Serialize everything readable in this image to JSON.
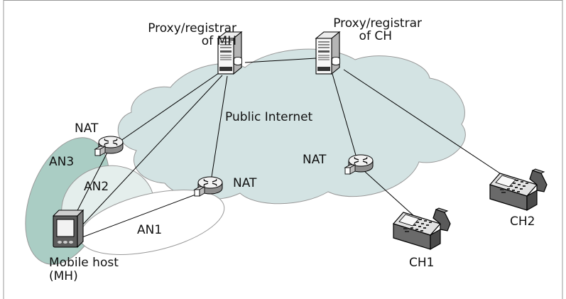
{
  "diagram": {
    "labels": {
      "proxy_mh_line1": "Proxy/registrar",
      "proxy_mh_line2": "of MH",
      "proxy_ch_line1": "Proxy/registrar",
      "proxy_ch_line2": "of CH",
      "public_internet": "Public Internet",
      "nat_an3": "NAT",
      "nat_an1": "NAT",
      "nat_ch": "NAT",
      "an3": "AN3",
      "an2": "AN2",
      "an1": "AN1",
      "mobile_host_line1": "Mobile host",
      "mobile_host_line2": "(MH)",
      "ch1": "CH1",
      "ch2": "CH2"
    },
    "colors": {
      "cloud": "#d3e3e3",
      "an3": "#aacdc4",
      "an2": "#e4eeec",
      "an1": "#ffffff",
      "line": "#000000",
      "border": "#999999"
    },
    "icons": {
      "server": "server-icon",
      "router": "router-icon",
      "phone": "desk-phone-icon",
      "pda": "handheld-device-icon"
    }
  }
}
